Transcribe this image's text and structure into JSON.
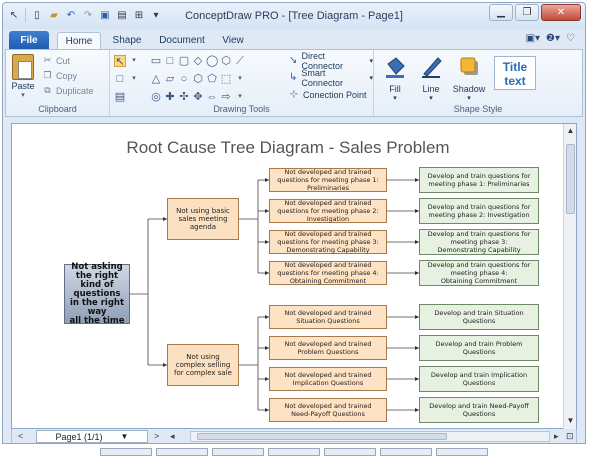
{
  "window": {
    "title": "ConceptDraw PRO - [Tree Diagram - Page1]"
  },
  "ribbon": {
    "tabs": [
      "File",
      "Home",
      "Shape",
      "Document",
      "View"
    ],
    "active_tab": "Home",
    "clipboard": {
      "paste": "Paste",
      "cut": "Cut",
      "copy": "Copy",
      "duplicate": "Duplicate",
      "label": "Clipboard"
    },
    "drawing_tools": {
      "direct_connector": "Direct Connector",
      "smart_connector": "Smart Connector",
      "connection_point": "Conection Point",
      "label": "Drawing Tools"
    },
    "shape_style": {
      "fill": "Fill",
      "line": "Line",
      "shadow": "Shadow",
      "title_line1": "Title",
      "title_line2": "text",
      "label": "Shape Style"
    }
  },
  "diagram": {
    "title": "Root Cause Tree Diagram - Sales Problem",
    "root": [
      "Not asking",
      "the right kind of",
      "questions",
      "in the right way",
      "all the time"
    ],
    "branches": [
      {
        "label": [
          "Not using basic",
          "sales meeting",
          "agenda"
        ],
        "causes": [
          {
            "text": [
              "Not developed and trained",
              "questions for meeting phase 1:",
              "Preliminaries"
            ],
            "action": [
              "Develop and train questions for",
              "meeting phase 1: Preliminaries"
            ]
          },
          {
            "text": [
              "Not developed and trained",
              "questions for meeting phase 2:",
              "Investigation"
            ],
            "action": [
              "Develop and train questions for",
              "meeting phase 2: Investigation"
            ]
          },
          {
            "text": [
              "Not developed and trained",
              "questions for meeting phase 3:",
              "Demonstrating Capability"
            ],
            "action": [
              "Develop and train questions for",
              "meeting phase 3:",
              "Demonstrating Capability"
            ]
          },
          {
            "text": [
              "Not developed and trained",
              "questions for meeting phase 4:",
              "Obtaining Commitment"
            ],
            "action": [
              "Develop and train questions for",
              "meeting phase 4:",
              "Obtaining Commitment"
            ]
          }
        ]
      },
      {
        "label": [
          "Not using",
          "complex selling",
          "for complex sale"
        ],
        "causes": [
          {
            "text": [
              "Not developed and trained",
              "Situation Questions"
            ],
            "action": [
              "Develop and train Situation",
              "Questions"
            ]
          },
          {
            "text": [
              "Not developed and trained",
              "Problem Questions"
            ],
            "action": [
              "Develop and train Problem",
              "Questions"
            ]
          },
          {
            "text": [
              "Not developed and trained",
              "Implication Questions"
            ],
            "action": [
              "Develop and train Implication",
              "Questions"
            ]
          },
          {
            "text": [
              "Not developed and trained",
              "Need-Payoff Questions"
            ],
            "action": [
              "Develop and train Need-Payoff",
              "Questions"
            ]
          }
        ]
      }
    ]
  },
  "pagebar": {
    "page_select": "Page1 (1/1)"
  },
  "colors": {
    "root_fill": "#a9b6c9",
    "cause_fill": "#fde3c4",
    "action_fill": "#e6f1e2",
    "ribbon_file": "#2a6cc4"
  }
}
